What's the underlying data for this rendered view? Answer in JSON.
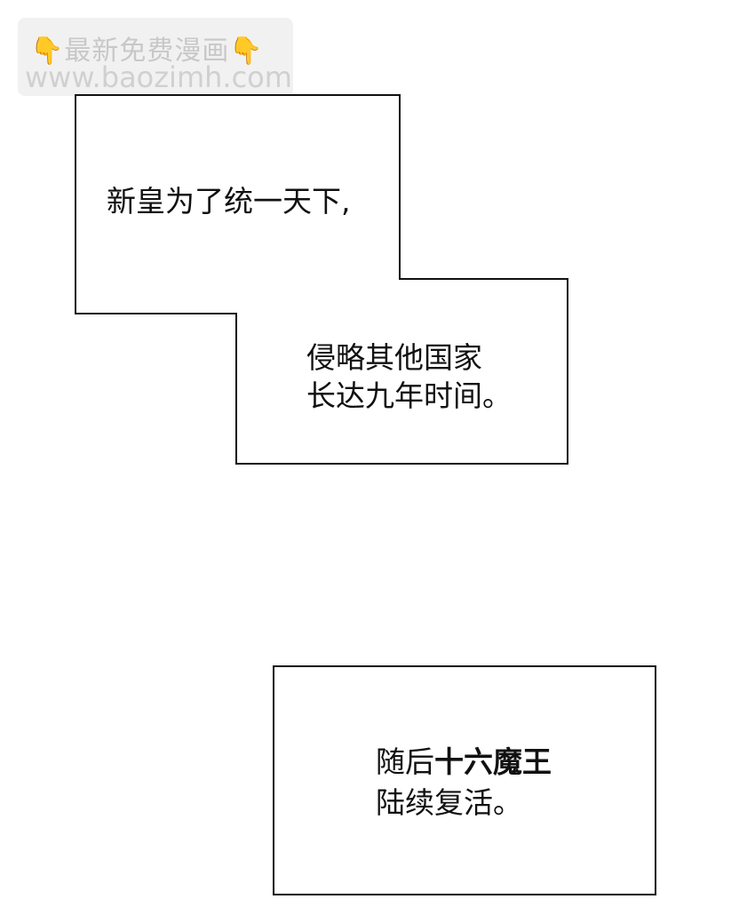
{
  "watermark": {
    "line1": "最新免费漫画",
    "line2": "www.baozimh.com",
    "icon": "pointing-down-hand-icon"
  },
  "caption1": {
    "text": "新皇为了统一天下,"
  },
  "caption2": {
    "line1": "侵略其他国家",
    "line2": "长达九年时间。"
  },
  "caption3": {
    "line1_normal": "随后",
    "line1_bold": "十六魔王",
    "line2": "陆续复活。"
  }
}
